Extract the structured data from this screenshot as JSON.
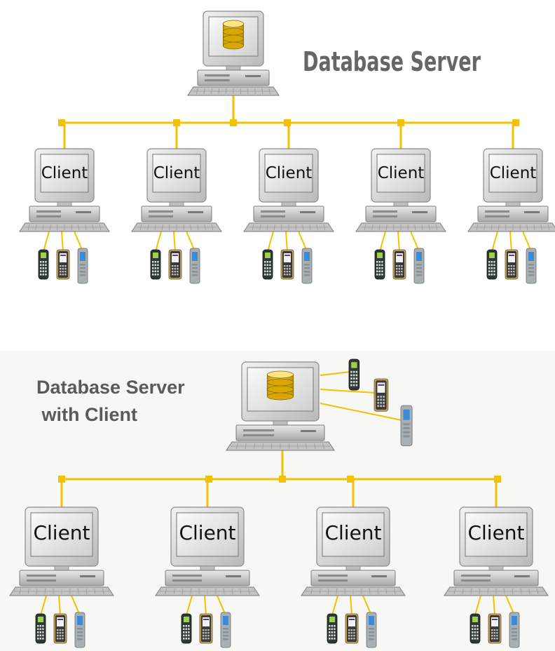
{
  "colors": {
    "wire": "#f2c200",
    "monitor_frame": "#d6d6d6",
    "monitor_screen": "#e9e9e9",
    "title_top": "#666666",
    "title_bottom": "#5a5a5a",
    "bottom_background": "#f7f7f5"
  },
  "top": {
    "title": "Database Server",
    "server_icon": "database-icon",
    "clients": [
      {
        "label": "Client"
      },
      {
        "label": "Client"
      },
      {
        "label": "Client"
      },
      {
        "label": "Client"
      },
      {
        "label": "Client"
      }
    ],
    "handhelds_per_client": [
      "scanner-icon",
      "pda-icon",
      "mobile-terminal-icon"
    ]
  },
  "bottom": {
    "title_line1": "Database Server",
    "title_line2": " with Client",
    "server_icon": "database-icon",
    "server_handhelds": [
      "scanner-icon",
      "pda-icon",
      "mobile-terminal-icon"
    ],
    "clients": [
      {
        "label": "Client"
      },
      {
        "label": "Client"
      },
      {
        "label": "Client"
      },
      {
        "label": "Client"
      }
    ],
    "handhelds_per_client": [
      "scanner-icon",
      "pda-icon",
      "mobile-terminal-icon"
    ]
  }
}
